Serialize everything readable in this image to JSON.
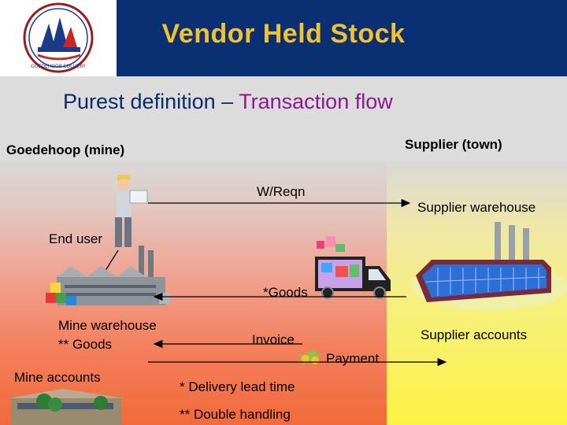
{
  "header": {
    "title": "Vendor Held Stock",
    "logo_text": "GOEDEHOOP COLLIERY"
  },
  "subtitle": {
    "part1": "Purest definition – ",
    "part2": "Transaction flow"
  },
  "sides": {
    "left": "Goedehoop (mine)",
    "right": "Supplier (town)"
  },
  "labels": {
    "wreqn": "W/Reqn",
    "supplier_warehouse": "Supplier warehouse",
    "end_user": "End user",
    "goods": "*Goods",
    "mine_warehouse": "Mine warehouse",
    "mine_goods": "** Goods",
    "invoice": "Invoice",
    "supplier_accounts": "Supplier accounts",
    "payment": "Payment",
    "mine_accounts": "Mine accounts"
  },
  "notes": {
    "lead_time": "* Delivery lead time",
    "double_handling": "** Double handling"
  },
  "colors": {
    "header_bg": "#0b2f73",
    "title": "#f2c12e",
    "subtitle": "#0a2a6b",
    "accent_purple": "#8b1a8f"
  },
  "icons": [
    "logo",
    "worker",
    "mine-warehouse",
    "delivery-truck",
    "supplier-factory",
    "money",
    "mine-accounts-building"
  ]
}
